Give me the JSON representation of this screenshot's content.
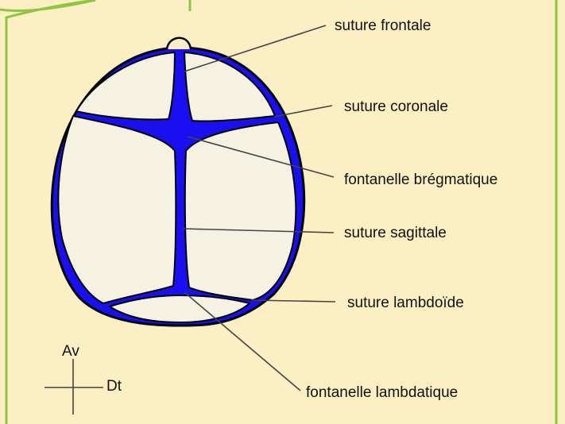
{
  "labels": {
    "suture_frontale": "suture frontale",
    "suture_coronale": "suture coronale",
    "fontanelle_bregmatique": "fontanelle brégmatique",
    "suture_sagittale": "suture sagittale",
    "suture_lambdoide": "suture lambdoïde",
    "fontanelle_lambdatique": "fontanelle lambdatique"
  },
  "orientation": {
    "anterior": "Av",
    "posterior": "Dt"
  },
  "colors": {
    "background": "#fcefc4",
    "bone": "#f6f2e2",
    "suture": "#1a0ff0",
    "border": "#8dc63f",
    "outline": "#000000"
  }
}
